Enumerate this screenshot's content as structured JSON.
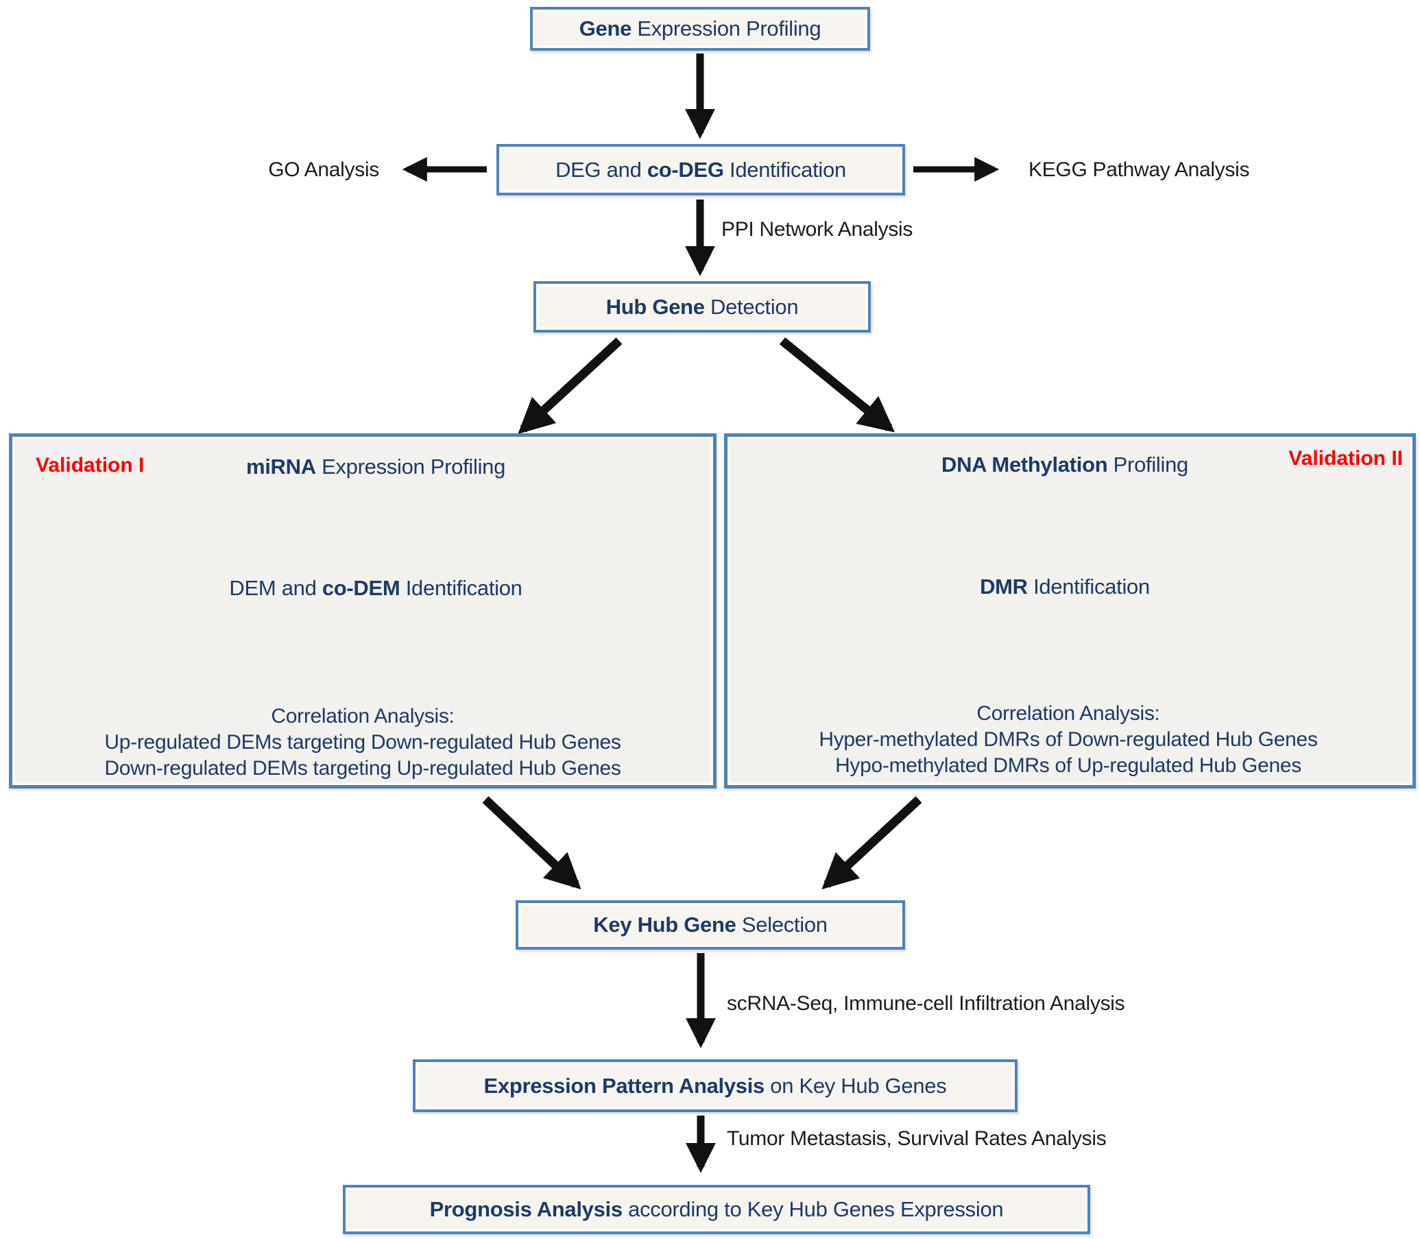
{
  "diagram": {
    "nodes": {
      "gene": {
        "pre": "",
        "bold": "Gene",
        "rest": " Expression Profiling"
      },
      "deg": {
        "pre": "DEG and ",
        "bold": "co-DEG",
        "rest": " Identification"
      },
      "hub": {
        "pre": "",
        "bold": "Hub Gene",
        "rest": " Detection"
      },
      "key": {
        "pre": "",
        "bold": "Key Hub Gene",
        "rest": " Selection"
      },
      "expression": {
        "pre": "",
        "bold": "Expression Pattern Analysis",
        "rest": " on Key Hub Genes"
      },
      "prognosis": {
        "pre": "",
        "bold": "Prognosis Analysis",
        "rest": " according to Key Hub Genes Expression"
      }
    },
    "edge_labels": {
      "go": "GO Analysis",
      "kegg": "KEGG Pathway Analysis",
      "ppi": "PPI Network Analysis",
      "scrna": "scRNA-Seq, Immune-cell Infiltration Analysis",
      "tumor": "Tumor Metastasis, Survival Rates Analysis"
    },
    "validation1": {
      "tag": "Validation I",
      "mirna": {
        "pre": "",
        "bold": "miRNA",
        "rest": " Expression Profiling"
      },
      "dem": {
        "pre": "DEM and ",
        "bold": "co-DEM",
        "rest": " Identification"
      },
      "corr_title": "Correlation Analysis:",
      "corr_line1": "Up-regulated DEMs targeting Down-regulated Hub Genes",
      "corr_line2": "Down-regulated DEMs targeting Up-regulated Hub Genes"
    },
    "validation2": {
      "tag": "Validation II",
      "dna": {
        "pre": "",
        "bold": "DNA Methylation",
        "rest": " Profiling"
      },
      "dmr": {
        "pre": "",
        "bold": "DMR",
        "rest": " Identification"
      },
      "corr_title": "Correlation Analysis:",
      "corr_line1": "Hyper-methylated DMRs of Down-regulated Hub Genes",
      "corr_line2": "Hypo-methylated DMRs of Up-regulated Hub Genes"
    },
    "colors": {
      "box_border": "#4f81bd",
      "box_fill": "#f7f4ef",
      "panel_fill": "#f2f1ee",
      "text_navy": "#1b3a66",
      "validation_red": "#fe0000",
      "arrow_black": "#111111"
    }
  }
}
